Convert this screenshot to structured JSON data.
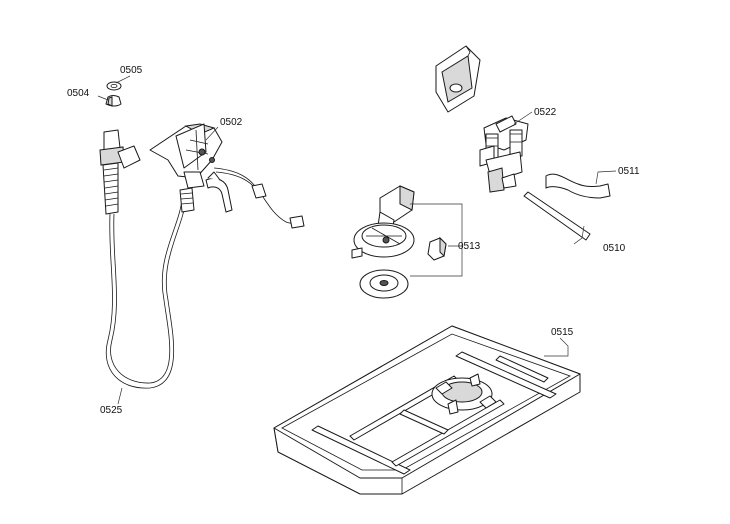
{
  "labels": {
    "p0505": "0505",
    "p0504": "0504",
    "p0502": "0502",
    "p0522": "0522",
    "p0511": "0511",
    "p0513": "0513",
    "p0510": "0510",
    "p0515": "0515",
    "p0525": "0525"
  }
}
